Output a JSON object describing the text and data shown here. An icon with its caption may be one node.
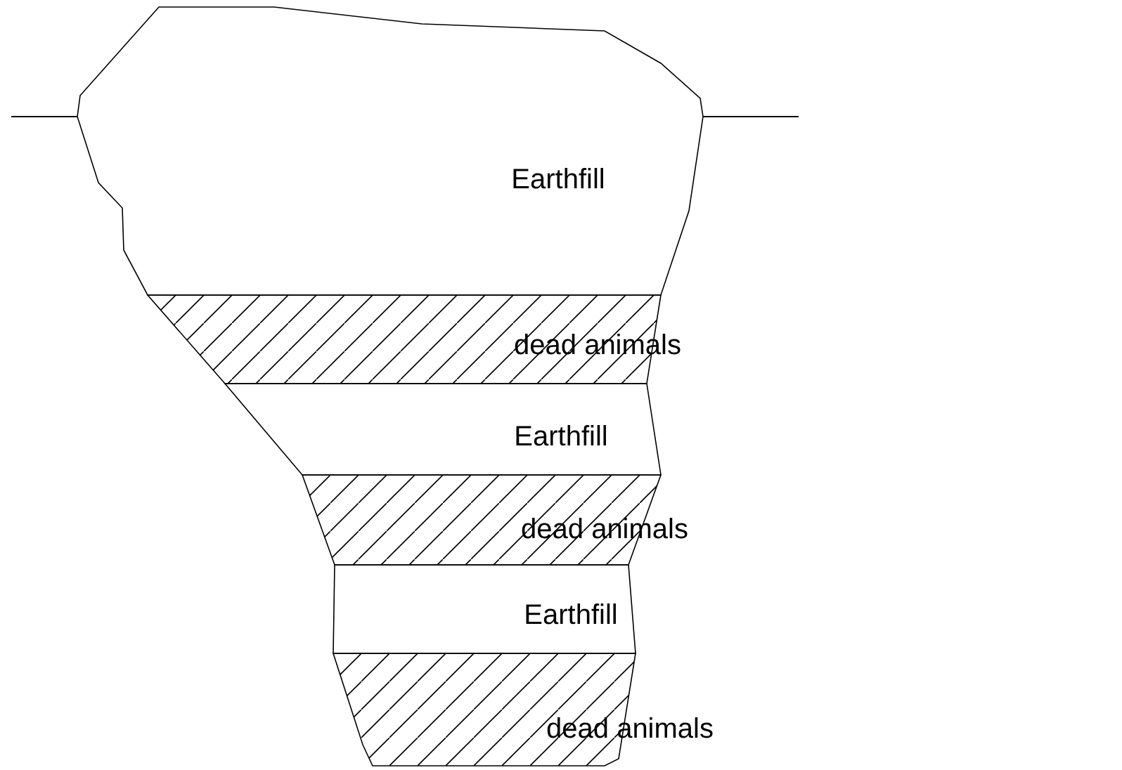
{
  "diagram": {
    "nodes": [
      {
        "text": [
          "Earthfill"
        ]
      },
      {
        "text": [
          "dead animals"
        ]
      },
      {
        "text": [
          "Earthfill"
        ]
      },
      {
        "text": [
          "dead animals"
        ]
      },
      {
        "text": [
          "Earthfill"
        ]
      },
      {
        "text": [
          "dead animals"
        ]
      }
    ]
  }
}
